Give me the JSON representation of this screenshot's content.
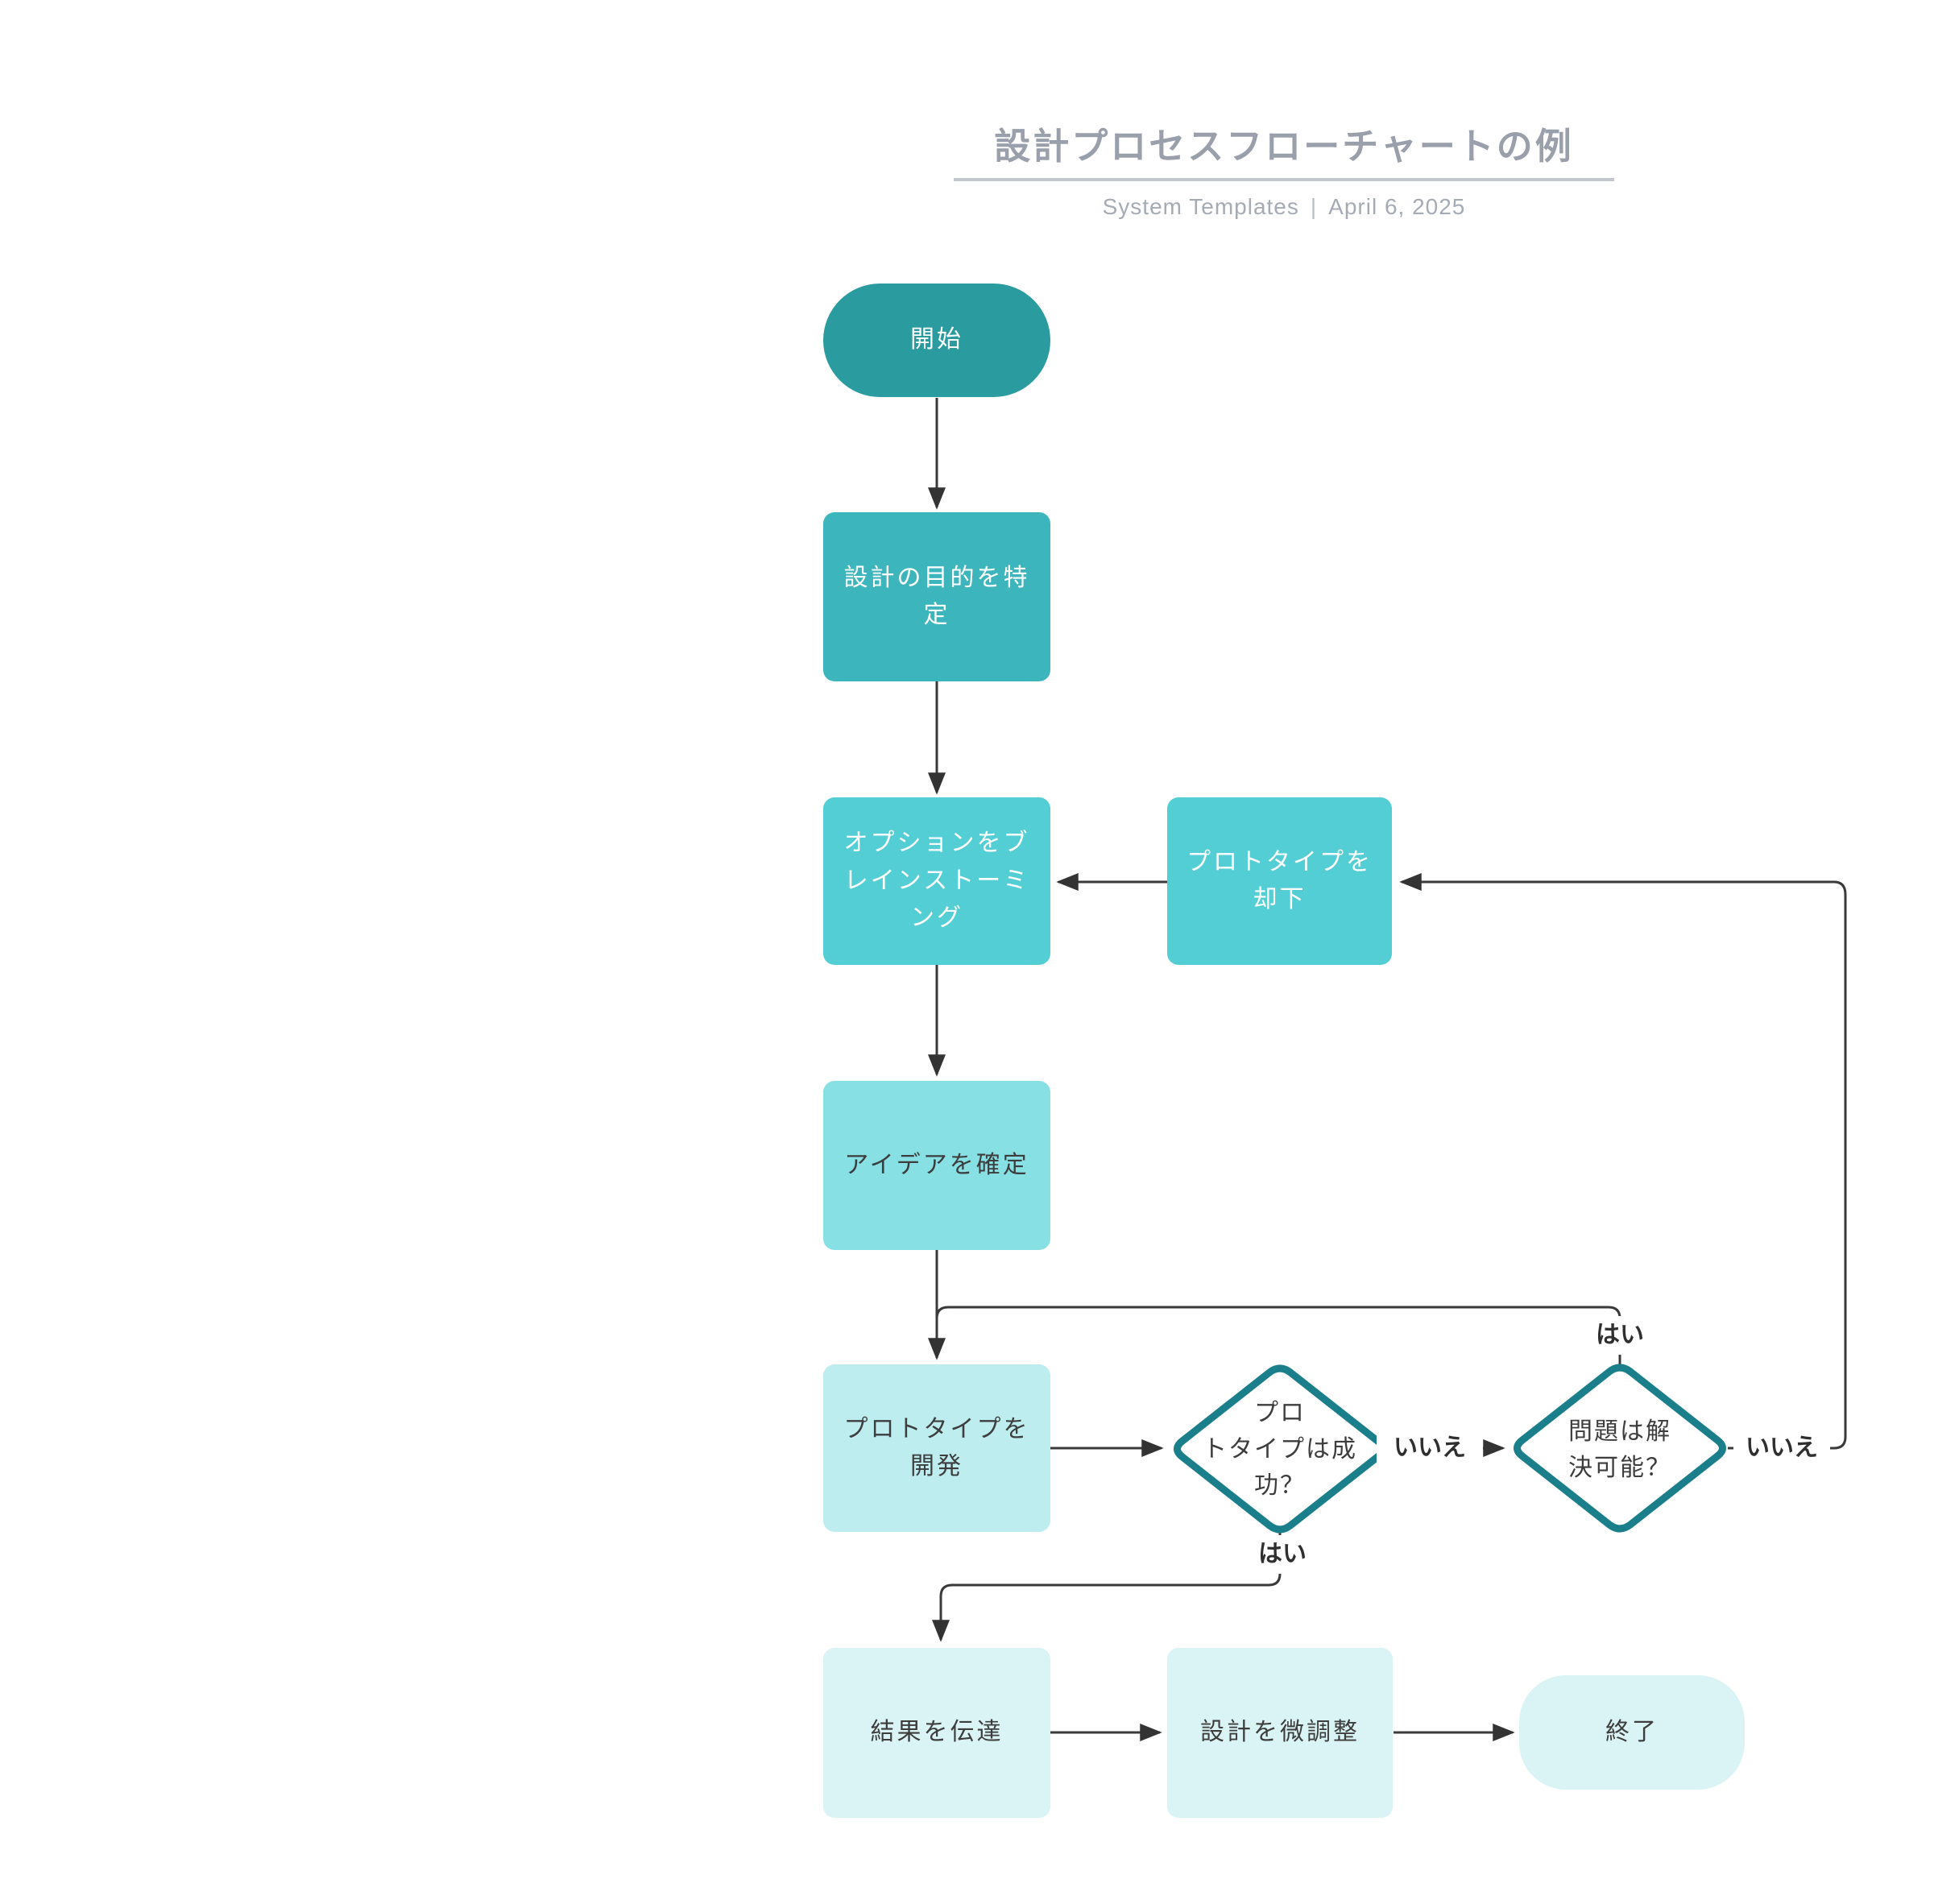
{
  "header": {
    "title": "設計プロセスフローチャートの例",
    "source": "System Templates",
    "separator": "|",
    "date": "April 6, 2025"
  },
  "nodes": {
    "start": {
      "label": "開始",
      "shape": "terminator",
      "fill": "#2a9b9e"
    },
    "identify_purpose": {
      "label": "設計の目的を特\n定",
      "shape": "process",
      "fill": "#3cb6bc"
    },
    "brainstorm_options": {
      "label": "オプションをブ\nレインストーミ\nング",
      "shape": "process",
      "fill": "#53ced5"
    },
    "reject_prototype": {
      "label": "プロトタイプを\n却下",
      "shape": "process",
      "fill": "#53ced5"
    },
    "finalize_idea": {
      "label": "アイデアを確定",
      "shape": "process",
      "fill": "#87e0e4"
    },
    "develop_prototype": {
      "label": "プロトタイプを\n開発",
      "shape": "process",
      "fill": "#bdedee"
    },
    "prototype_successful": {
      "label": "プロ\nトタイプは成\n功？",
      "shape": "decision",
      "fill": "#ffffff"
    },
    "problem_solvable": {
      "label": "問題は解\n決可能？",
      "shape": "decision",
      "fill": "#ffffff"
    },
    "communicate_results": {
      "label": "結果を伝達",
      "shape": "process",
      "fill": "#daf3f4"
    },
    "finetune_design": {
      "label": "設計を微調整",
      "shape": "process",
      "fill": "#daf3f4"
    },
    "end": {
      "label": "終了",
      "shape": "terminator",
      "fill": "#daf3f4"
    }
  },
  "edge_labels": {
    "yes_below_prototype_successful": "はい",
    "no_between_decisions": "いいえ",
    "yes_above_problem_solvable": "はい",
    "no_right_of_problem_solvable": "いいえ"
  },
  "colors": {
    "decision_border": "#1a7f8a",
    "connector": "#3a3a3a",
    "arrowhead": "#333333",
    "title_text": "#99a0ab",
    "subtitle_text": "#a4abb5",
    "title_underline": "#c2c7ce",
    "canvas": "#ffffff"
  }
}
